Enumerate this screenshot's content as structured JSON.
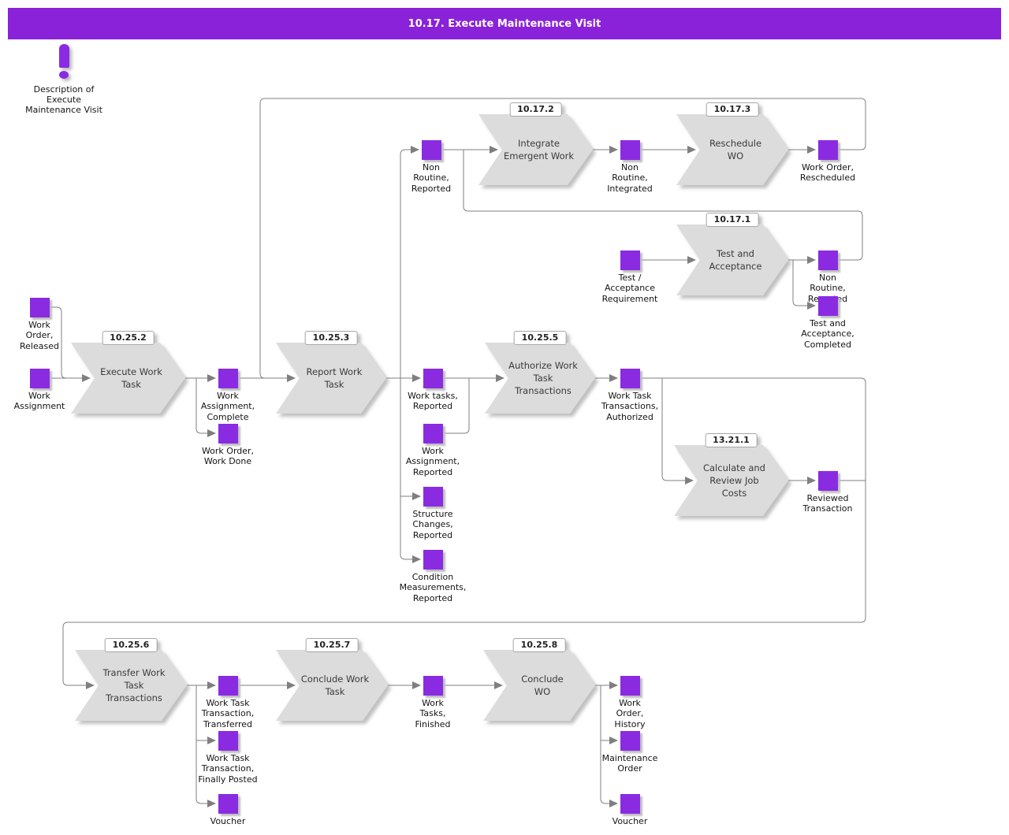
{
  "title": "10.17. Execute Maintenance Visit",
  "note": {
    "text": "Description of\nExecute\nMaintenance Visit"
  },
  "colors": {
    "header_purple": "#8a22da",
    "state_purple": "#8a2be2",
    "process_gray": "#dcdcdc",
    "line_gray": "#7f7f7f"
  },
  "processes": {
    "execute_work_task": {
      "ref": "10.25.2",
      "label": "Execute Work\nTask"
    },
    "report_work_task": {
      "ref": "10.25.3",
      "label": "Report Work\nTask"
    },
    "authorize_work_task_transactions": {
      "ref": "10.25.5",
      "label": "Authorize Work\nTask\nTransactions"
    },
    "integrate_emergent_work": {
      "ref": "10.17.2",
      "label": "Integrate\nEmergent Work"
    },
    "reschedule_wo": {
      "ref": "10.17.3",
      "label": "Reschedule\nWO"
    },
    "test_and_acceptance": {
      "ref": "10.17.1",
      "label": "Test and\nAcceptance"
    },
    "calculate_and_review_job_costs": {
      "ref": "13.21.1",
      "label": "Calculate and\nReview Job\nCosts"
    },
    "transfer_work_task_transactions": {
      "ref": "10.25.6",
      "label": "Transfer Work\nTask\nTransactions"
    },
    "conclude_work_task": {
      "ref": "10.25.7",
      "label": "Conclude Work\nTask"
    },
    "conclude_wo": {
      "ref": "10.25.8",
      "label": "Conclude\nWO"
    }
  },
  "states": {
    "work_order_released": {
      "label": "Work\nOrder,\nReleased"
    },
    "work_assignment": {
      "label": "Work\nAssignment"
    },
    "work_assignment_complete": {
      "label": "Work\nAssignment,\nComplete"
    },
    "work_order_work_done": {
      "label": "Work Order,\nWork Done"
    },
    "non_routine_reported_top": {
      "label": "Non\nRoutine,\nReported"
    },
    "non_routine_integrated": {
      "label": "Non\nRoutine,\nIntegrated"
    },
    "work_order_rescheduled": {
      "label": "Work Order,\nRescheduled"
    },
    "test_acceptance_requirement": {
      "label": "Test /\nAcceptance\nRequirement"
    },
    "non_routine_reported_ta": {
      "label": "Non\nRoutine,\nReported"
    },
    "test_acceptance_completed": {
      "label": "Test and\nAcceptance,\nCompleted"
    },
    "work_tasks_reported": {
      "label": "Work tasks,\nReported"
    },
    "work_assignment_reported": {
      "label": "Work\nAssignment,\nReported"
    },
    "structure_changes_reported": {
      "label": "Structure\nChanges,\nReported"
    },
    "condition_measurements_reported": {
      "label": "Condition\nMeasurements,\nReported"
    },
    "work_task_transactions_authorized": {
      "label": "Work Task\nTransactions,\nAuthorized"
    },
    "reviewed_transaction": {
      "label": "Reviewed\nTransaction"
    },
    "work_task_transaction_transferred": {
      "label": "Work Task\nTransaction,\nTransferred"
    },
    "work_task_transaction_finally_posted": {
      "label": "Work Task\nTransaction,\nFinally Posted"
    },
    "voucher_transfer": {
      "label": "Voucher"
    },
    "work_tasks_finished": {
      "label": "Work\nTasks,\nFinished"
    },
    "work_order_history": {
      "label": "Work\nOrder,\nHistory"
    },
    "maintenance_order": {
      "label": "Maintenance\nOrder"
    },
    "voucher_conclude": {
      "label": "Voucher"
    }
  }
}
